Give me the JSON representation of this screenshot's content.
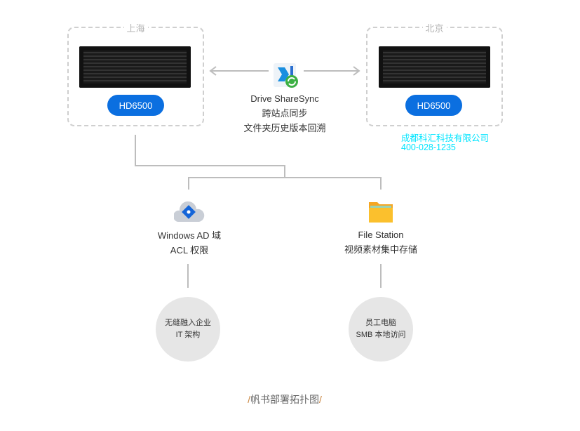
{
  "sites": [
    {
      "label": "上海",
      "model": "HD6500"
    },
    {
      "label": "北京",
      "model": "HD6500"
    }
  ],
  "sync": {
    "title": "Drive ShareSync",
    "line1": "跨站点同步",
    "line2": "文件夹历史版本回溯"
  },
  "ad": {
    "title": "Windows AD 域",
    "subtitle": "ACL 权限",
    "circle1": "无缝融入企业",
    "circle2": "IT 架构"
  },
  "fs": {
    "title": "File Station",
    "subtitle": "视频素材集中存储",
    "circle1": "员工电脑",
    "circle2": "SMB 本地访问"
  },
  "caption": {
    "slash_left": "/",
    "text": "帆书部署拓扑图",
    "slash_right": "/"
  },
  "watermark": {
    "company": "成都科汇科技有限公司",
    "phone": "400-028-1235"
  },
  "colors": {
    "accent": "#0b6fe0",
    "caption_slash": "#c9843e"
  }
}
